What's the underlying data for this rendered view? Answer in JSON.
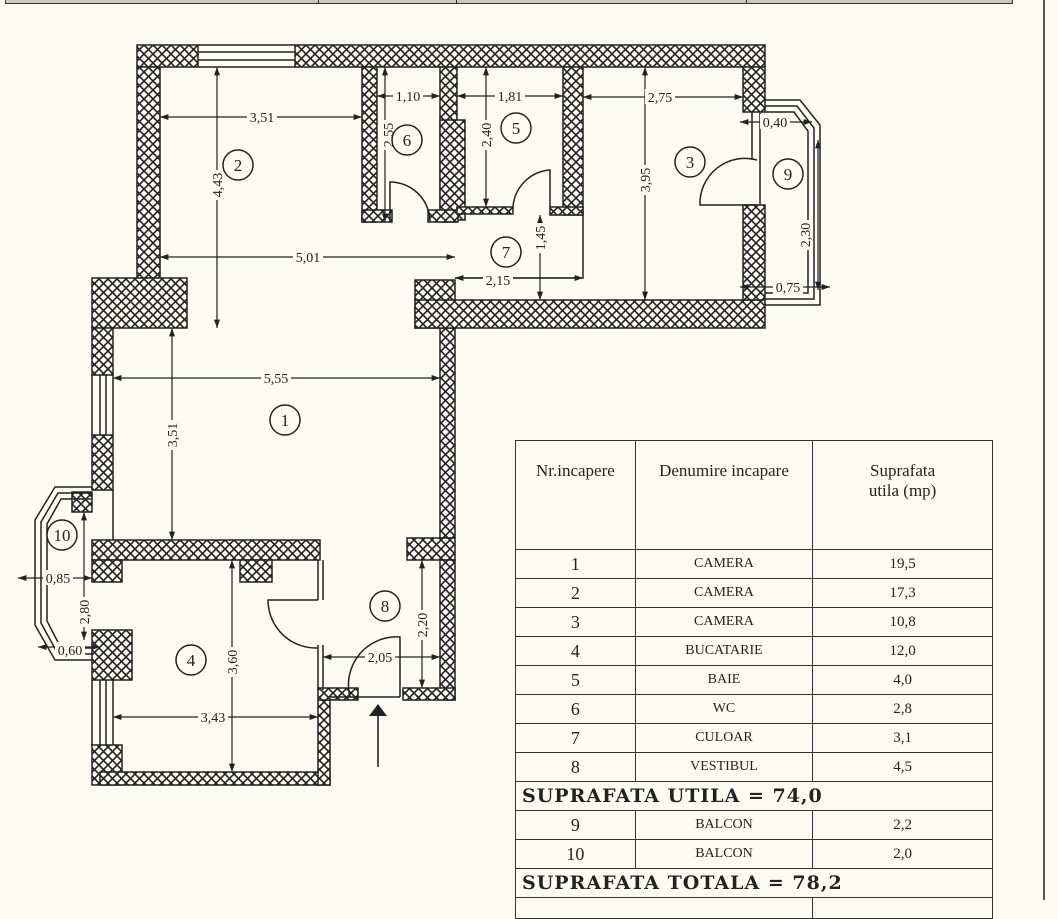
{
  "plan": {
    "rooms": [
      "1",
      "2",
      "3",
      "4",
      "5",
      "6",
      "7",
      "8",
      "9",
      "10"
    ],
    "dimensions": {
      "d_351_top": "3,51",
      "d_443": "4,43",
      "d_110": "1,10",
      "d_255": "2,55",
      "d_181": "1,81",
      "d_240": "2,40",
      "d_275": "2,75",
      "d_395": "3,95",
      "d_040": "0,40",
      "d_230": "2,30",
      "d_075": "0,75",
      "d_501": "5,01",
      "d_145": "1,45",
      "d_215": "2,15",
      "d_555": "5,55",
      "d_351_left": "3,51",
      "d_085": "0,85",
      "d_280": "2,80",
      "d_060": "0,60",
      "d_360": "3,60",
      "d_343": "3,43",
      "d_205": "2,05",
      "d_220": "2,20"
    },
    "entrance_icon": "arrow-up-icon"
  },
  "table": {
    "headers": [
      "Nr.incapere",
      "Denumire incapare",
      "Suprafata utila (mp)"
    ],
    "rows": [
      {
        "nr": "1",
        "name": "CAMERA",
        "area": "19,5"
      },
      {
        "nr": "2",
        "name": "CAMERA",
        "area": "17,3"
      },
      {
        "nr": "3",
        "name": "CAMERA",
        "area": "10,8"
      },
      {
        "nr": "4",
        "name": "BUCATARIE",
        "area": "12,0"
      },
      {
        "nr": "5",
        "name": "BAIE",
        "area": "4,0"
      },
      {
        "nr": "6",
        "name": "WC",
        "area": "2,8"
      },
      {
        "nr": "7",
        "name": "CULOAR",
        "area": "3,1"
      },
      {
        "nr": "8",
        "name": "VESTIBUL",
        "area": "4,5"
      }
    ],
    "subtotal": "SUPRAFATA UTILA =  74,0",
    "balcony_rows": [
      {
        "nr": "9",
        "name": "BALCON",
        "area": "2,2"
      },
      {
        "nr": "10",
        "name": "BALCON",
        "area": "2,0"
      }
    ],
    "total": "SUPRAFATA TOTALA =   78,2"
  }
}
